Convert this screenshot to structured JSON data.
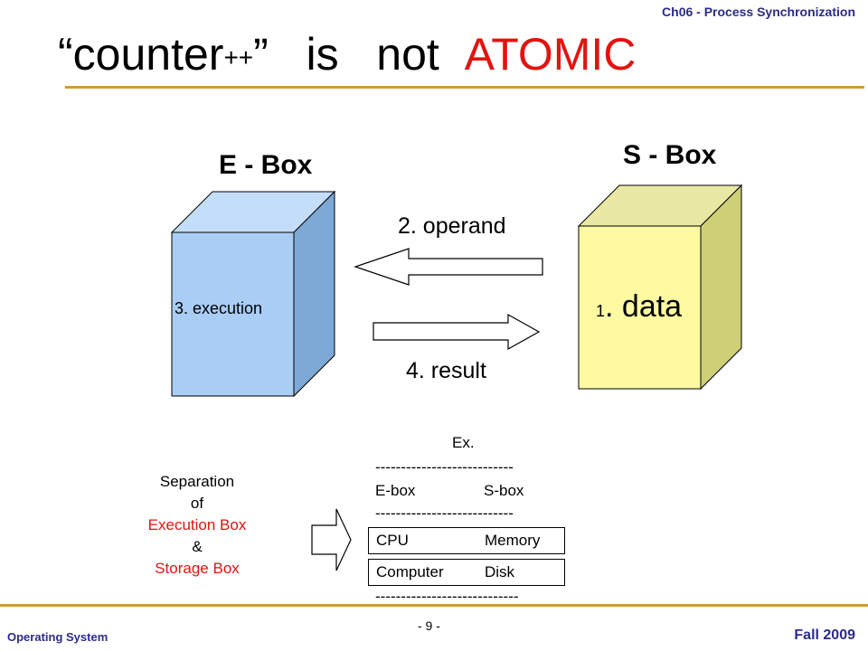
{
  "header": {
    "chapter": "Ch06 - Process Synchronization"
  },
  "title": {
    "open_quote": "“counter",
    "plusplus": "++",
    "close_quote": "”",
    "middle": "is   not",
    "atomic": "ATOMIC"
  },
  "diagram": {
    "ebox_label": "E - Box",
    "sbox_label": "S - Box",
    "ebox_text": "3. execution",
    "sbox_num": "1",
    "sbox_text": ". data",
    "operand_label": "2.  operand",
    "result_label": "4.  result"
  },
  "separation": {
    "line1": "Separation",
    "line2": "of",
    "line3": "Execution Box",
    "line4": "&",
    "line5": "Storage Box"
  },
  "example": {
    "heading": "Ex.",
    "rule1": "---------------------------",
    "header_row": [
      "E-box",
      "S-box"
    ],
    "rule2": "---------------------------",
    "rows": [
      [
        "CPU",
        "Memory"
      ],
      [
        "Computer",
        "Disk"
      ]
    ],
    "rule3": "----------------------------"
  },
  "footer": {
    "left": "Operating System",
    "center": "- 9 -",
    "right": "Fall 2009"
  },
  "colors": {
    "accent_rule": "#d4973a",
    "header_text": "#2b2b8a",
    "atomic_red": "#e3130f",
    "ebox_front": "#a9cdf5",
    "sbox_front": "#fdfaa2"
  }
}
